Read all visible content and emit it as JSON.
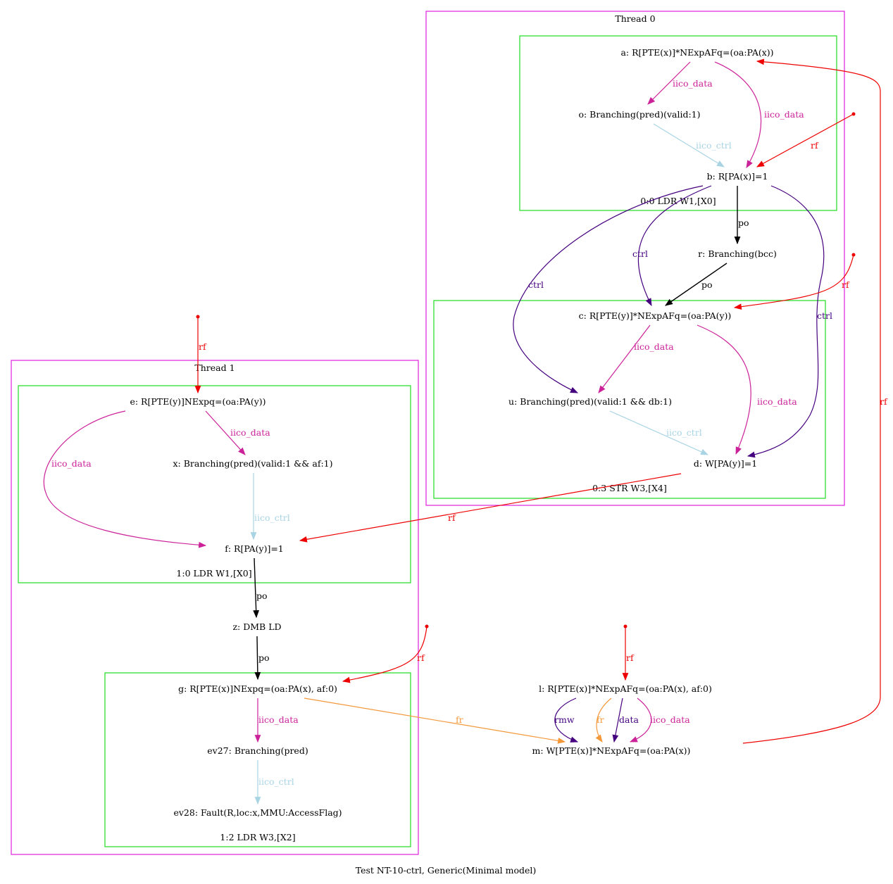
{
  "caption": "Test NT-10-ctrl, Generic(Minimal model)",
  "colors": {
    "thread_border": "#e020e0",
    "instr_border": "#20dd20",
    "po": "#000000",
    "rf": "#ee0000",
    "iico_data": "#cc2299",
    "iico_ctrl": "#a8d4e4",
    "ctrl": "#44007f",
    "fr": "#f4983a",
    "rmw": "#44007f",
    "data": "#44007f"
  },
  "clusters": {
    "thread0": "Thread 0",
    "thread1": "Thread 1",
    "instr_00": "0:0 LDR W1,[X0]",
    "instr_03": "0:3 STR W3,[X4]",
    "instr_10": "1:0 LDR W1,[X0]",
    "instr_12": "1:2 LDR W3,[X2]"
  },
  "nodes": {
    "a": "a: R[PTE(x)]*NExpAFq=(oa:PA(x))",
    "o": "o: Branching(pred)(valid:1)",
    "b": "b: R[PA(x)]=1",
    "r": "r: Branching(bcc)",
    "c": "c: R[PTE(y)]*NExpAFq=(oa:PA(y))",
    "u": "u: Branching(pred)(valid:1 && db:1)",
    "d": "d: W[PA(y)]=1",
    "e": "e: R[PTE(y)]NExpq=(oa:PA(y))",
    "x": "x: Branching(pred)(valid:1 && af:1)",
    "f": "f: R[PA(y)]=1",
    "z": "z: DMB LD",
    "g": "g: R[PTE(x)]NExpq=(oa:PA(x), af:0)",
    "ev27": "ev27: Branching(pred)",
    "ev28": "ev28: Fault(R,loc:x,MMU:AccessFlag)",
    "l": "l: R[PTE(x)]*NExpAFq=(oa:PA(x), af:0)",
    "m": "m: W[PTE(x)]*NExpAFq=(oa:PA(x))"
  },
  "edge_labels": {
    "iico_data": "iico_data",
    "iico_ctrl": "iico_ctrl",
    "rf": "rf",
    "po": "po",
    "ctrl": "ctrl",
    "fr": "fr",
    "rmw": "rmw",
    "data": "data"
  }
}
